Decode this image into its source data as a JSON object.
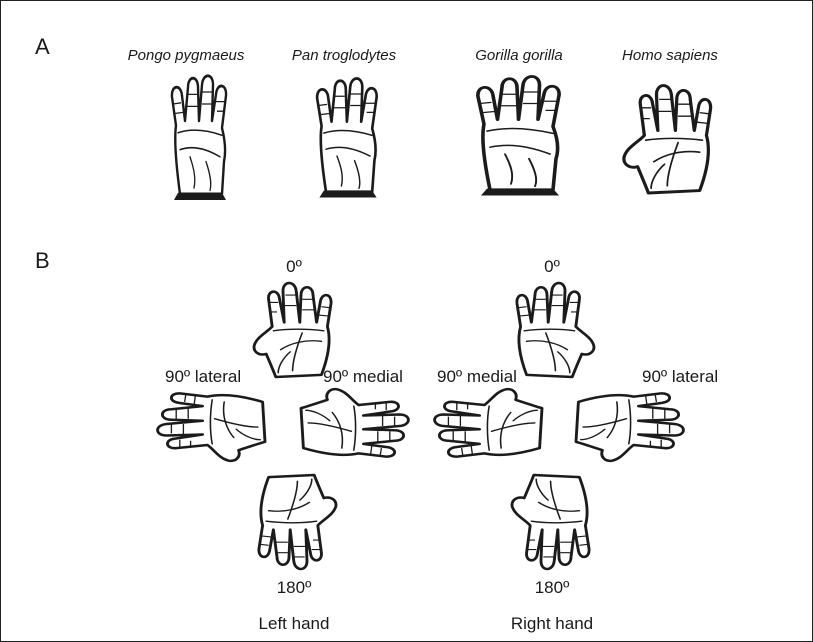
{
  "panels": {
    "a": {
      "label": "A",
      "species": [
        {
          "name": "Pongo pygmaeus",
          "icon": "orangutan-hand-icon"
        },
        {
          "name": "Pan troglodytes",
          "icon": "chimpanzee-hand-icon"
        },
        {
          "name": "Gorilla gorilla",
          "icon": "gorilla-hand-icon"
        },
        {
          "name": "Homo sapiens",
          "icon": "human-hand-icon"
        }
      ]
    },
    "b": {
      "label": "B",
      "left": {
        "caption": "Left hand",
        "top": "0º",
        "bottom": "180º",
        "west": "90º lateral",
        "east": "90º medial"
      },
      "right": {
        "caption": "Right hand",
        "top": "0º",
        "bottom": "180º",
        "west": "90º medial",
        "east": "90º lateral"
      }
    }
  }
}
